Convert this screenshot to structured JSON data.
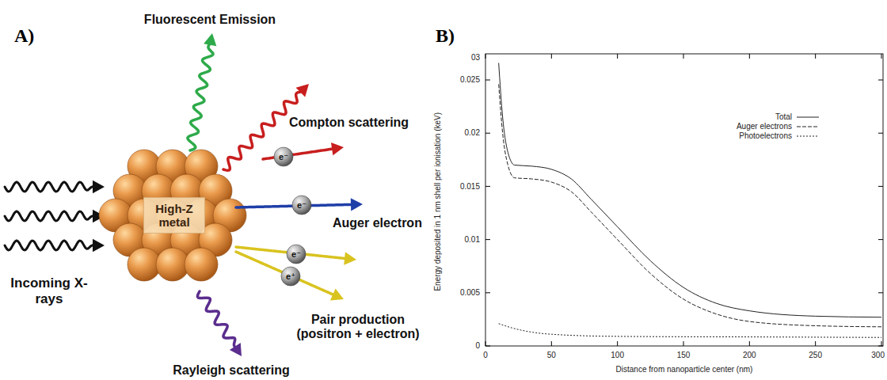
{
  "diagram": {
    "nodes": [
      {
        "text": [
          "High-Z metal"
        ]
      }
    ],
    "labels": [
      "A)",
      "Fluorescent Emission",
      "Compton scattering",
      "Auger electron",
      "Pair production (positron + electron)",
      "Incoming X-rays",
      "Rayleigh scattering",
      "e⁻",
      "e⁻",
      "e⁻",
      "e⁺",
      "B)",
      "03",
      "0.025",
      "0.02",
      "0.015",
      "0.01",
      "0.005",
      "0",
      "0",
      "50",
      "100",
      "150",
      "200",
      "250",
      "300",
      "Energy deposited in 1 nm shell per ionisation (keV)",
      "Distance from nanoparticle center (nm)"
    ],
    "legend": [
      {
        "text": "Total"
      },
      {
        "text": "Auger electrons"
      },
      {
        "text": "Photoelectrons"
      }
    ]
  }
}
